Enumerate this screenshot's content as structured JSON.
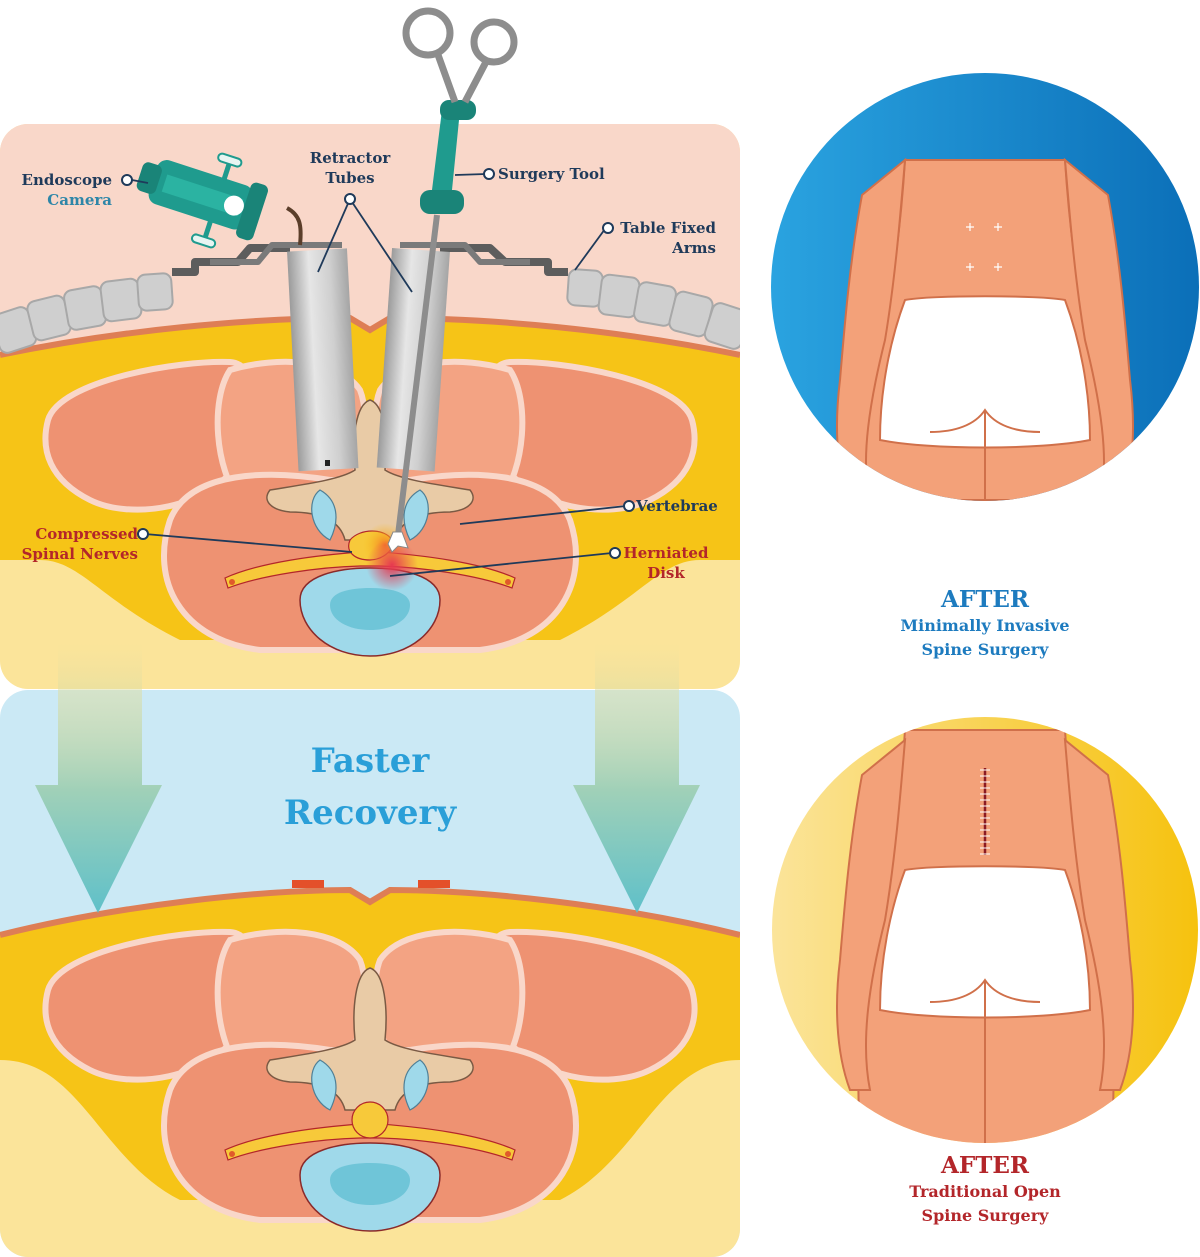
{
  "labels": {
    "endoscope_line1": "Endoscope",
    "endoscope_line2": "Camera",
    "retractor_line1": "Retractor",
    "retractor_line2": "Tubes",
    "surgery_tool": "Surgery Tool",
    "table_fixed_line1": "Table Fixed",
    "table_fixed_line2": "Arms",
    "vertebrae": "Vertebrae",
    "compressed_line1": "Compressed",
    "compressed_line2": "Spinal Nerves",
    "herniated_line1": "Herniated",
    "herniated_line2": "Disk"
  },
  "center_title": {
    "line1": "Faster",
    "line2": "Recovery"
  },
  "panels": {
    "minimally_invasive": {
      "heading": "AFTER",
      "line1": "Minimally Invasive",
      "line2": "Spine Surgery",
      "color": "#1d7bbf"
    },
    "traditional_open": {
      "heading": "AFTER",
      "line1": "Traditional Open",
      "line2": "Spine Surgery",
      "color": "#b3262a"
    }
  },
  "colors": {
    "top_panel_pink": "#f9d7c9",
    "fat_yellow": "#f6c417",
    "pale_yellow": "#fbe49a",
    "recovery_blue": "#cbe9f5",
    "muscle": "#ee9272",
    "disk_blue": "#9fd9ea",
    "bone": "#e9cba6",
    "tool_teal": "#1f9b8e",
    "label_navy": "#1f3a5a",
    "label_red": "#b3262a",
    "title_blue": "#2a9fd8",
    "circle_blue": "#1a8fd6",
    "circle_yellow": "#f7c72a",
    "skin": "#f3a179"
  }
}
